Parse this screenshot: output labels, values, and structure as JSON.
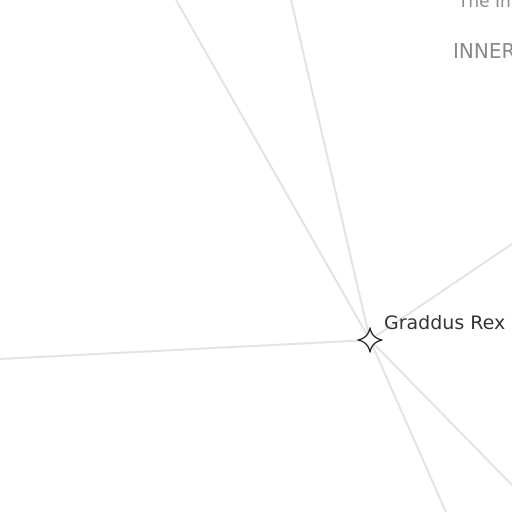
{
  "map": {
    "region": {
      "partial_text": "The In",
      "name": "INNER"
    },
    "system": {
      "name": "Graddus Rex",
      "icon": "four-point-star-icon"
    },
    "colors": {
      "background": "#ffffff",
      "route": "#e2e2e2",
      "region_text": "#8a8a8a",
      "label_text": "#333333",
      "star_stroke": "#222222"
    }
  }
}
